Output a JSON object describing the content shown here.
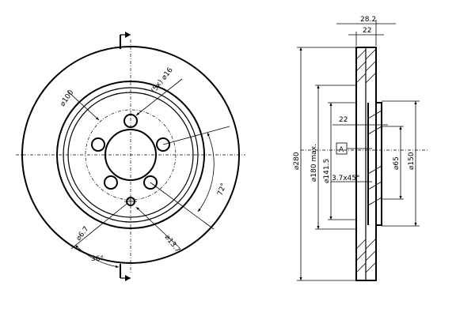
{
  "front_view": {
    "dimensions": {
      "bolt_circle": "⌀100",
      "holes": "(5x) ⌀16",
      "hole_small": "⌀6.7",
      "hole_offset": "⌀13.7",
      "angle_72": "72°",
      "angle_36": "36°"
    }
  },
  "section_view": {
    "dimensions": {
      "overall_thickness": "28.2",
      "min_thickness": "22",
      "hub_thickness": "22",
      "outer_diameter": "⌀280",
      "inner_ring_diameter": "⌀180 max.",
      "hub_diameter": "⌀141.5",
      "center_bore": "⌀65",
      "hat_diameter": "⌀150",
      "chamfer": "3.7x45°",
      "datum": "A"
    }
  }
}
